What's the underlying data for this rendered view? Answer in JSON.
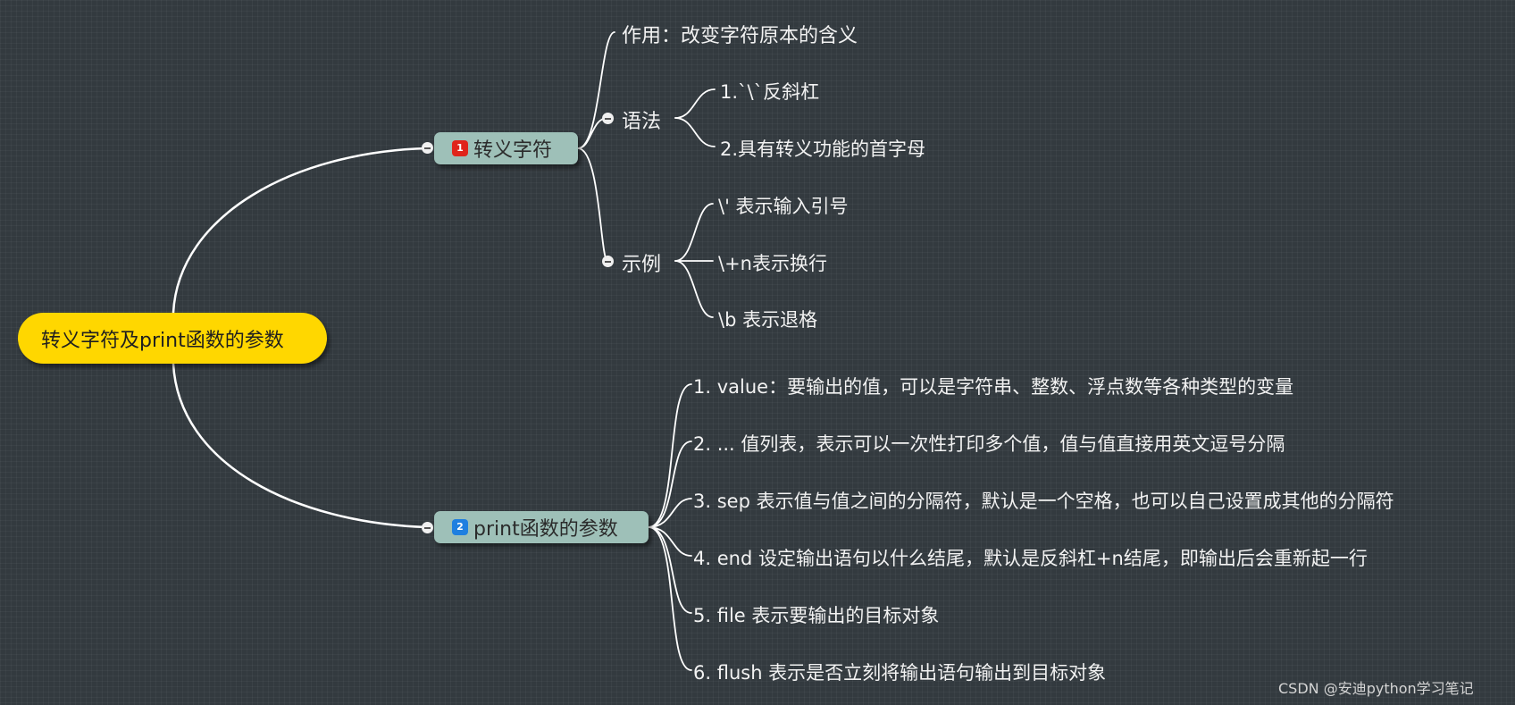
{
  "root": {
    "label": "转义字符及print函数的参数"
  },
  "topics": [
    {
      "badge": "1",
      "label": "转义字符",
      "children": [
        {
          "label": "作用：改变字符原本的含义"
        },
        {
          "label": "语法",
          "children": [
            "1.`\\`反斜杠",
            "2.具有转义功能的首字母"
          ]
        },
        {
          "label": "示例",
          "children": [
            "\\' 表示输入引号",
            "\\+n表示换行",
            "\\b 表示退格"
          ]
        }
      ]
    },
    {
      "badge": "2",
      "label": "print函数的参数",
      "children": [
        "1. value：要输出的值，可以是字符串、整数、浮点数等各种类型的变量",
        "2. ... 值列表，表示可以一次性打印多个值，值与值直接用英文逗号分隔",
        "3. sep 表示值与值之间的分隔符，默认是一个空格，也可以自己设置成其他的分隔符",
        "4. end 设定输出语句以什么结尾，默认是反斜杠+n结尾，即输出后会重新起一行",
        "5. file 表示要输出的目标对象",
        "6. flush 表示是否立刻将输出语句输出到目标对象"
      ]
    }
  ],
  "watermark": "CSDN @安迪python学习笔记",
  "colors": {
    "background": "#333a3f",
    "root": "#ffd700",
    "topic": "#9ec0b8",
    "badge1": "#e0241b",
    "badge2": "#1f7fe0",
    "line": "#ffffff"
  }
}
